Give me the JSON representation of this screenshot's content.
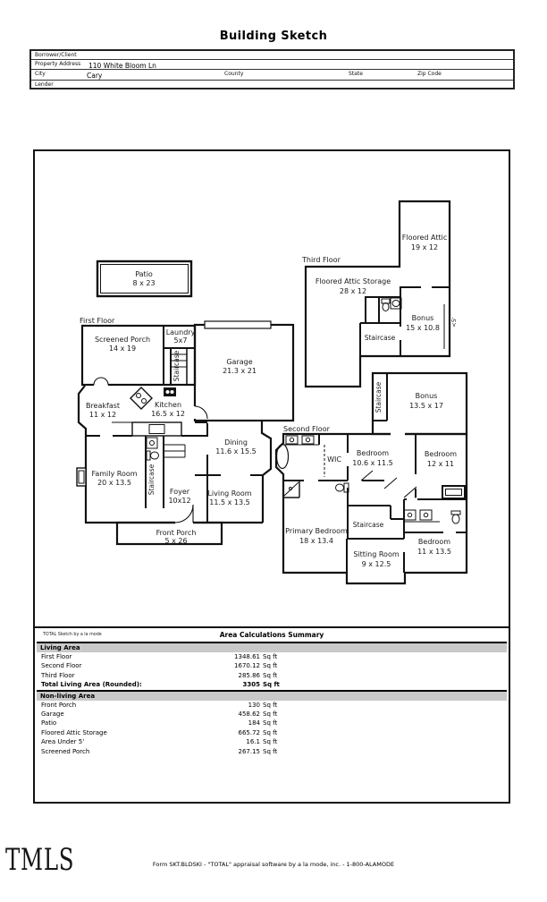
{
  "page": {
    "title": "Building Sketch"
  },
  "header_table": {
    "borrower_label": "Borrower/Client",
    "property_address_label": "Property Address",
    "property_address_value": "110 White Bloom Ln",
    "city_label": "City",
    "city_value": "Cary",
    "county_label": "County",
    "state_label": "State",
    "zip_label": "Zip Code",
    "lender_label": "Lender"
  },
  "sketch": {
    "floor_labels": {
      "first": "First Floor",
      "second": "Second Floor",
      "third": "Third Floor"
    },
    "staircase_label": "Staircase",
    "under_five_label": "<5'",
    "rooms": {
      "patio": {
        "name": "Patio",
        "dims": "8 x 23"
      },
      "screened_porch": {
        "name": "Screened Porch",
        "dims": "14 x 19"
      },
      "laundry": {
        "name": "Laundry",
        "dims": "5x7"
      },
      "garage": {
        "name": "Garage",
        "dims": "21.3 x 21"
      },
      "breakfast": {
        "name": "Breakfast",
        "dims": "11 x 12"
      },
      "kitchen": {
        "name": "Kitchen",
        "dims": "16.5 x 12"
      },
      "dining": {
        "name": "Dining",
        "dims": "11.6 x 15.5"
      },
      "family_room": {
        "name": "Family Room",
        "dims": "20 x 13.5"
      },
      "foyer": {
        "name": "Foyer",
        "dims": "10x12"
      },
      "living_room": {
        "name": "Living Room",
        "dims": "11.5 x 13.5"
      },
      "front_porch": {
        "name": "Front Porch",
        "dims": "5 x 26"
      },
      "floored_attic": {
        "name": "Floored Attic",
        "dims": "19 x 12"
      },
      "floored_attic_storage": {
        "name": "Floored Attic Storage",
        "dims": "28 x 12"
      },
      "bonus_third": {
        "name": "Bonus",
        "dims": "15 x 10.8"
      },
      "bonus_second": {
        "name": "Bonus",
        "dims": "13.5 x 17"
      },
      "wic": {
        "name": "WIC"
      },
      "bedroom_1": {
        "name": "Bedroom",
        "dims": "10.6 x 11.5"
      },
      "bedroom_2": {
        "name": "Bedroom",
        "dims": "12 x 11"
      },
      "primary_bedroom": {
        "name": "Primary Bedroom",
        "dims": "18 x 13.4"
      },
      "sitting_room": {
        "name": "Sitting Room",
        "dims": "9 x 12.5"
      },
      "bedroom_3": {
        "name": "Bedroom",
        "dims": "11 x 13.5"
      }
    }
  },
  "summary": {
    "branding": "TOTAL Sketch by a la mode",
    "title": "Area Calculations Summary",
    "living": {
      "header": "Living Area",
      "rows": [
        {
          "label": "First Floor",
          "value": "1348.61",
          "unit": "Sq ft"
        },
        {
          "label": "Second Floor",
          "value": "1670.12",
          "unit": "Sq ft"
        },
        {
          "label": "Third Floor",
          "value": "285.86",
          "unit": "Sq ft"
        }
      ],
      "total_label": "Total Living Area (Rounded):",
      "total_value": "3305",
      "total_unit": "Sq ft"
    },
    "non_living": {
      "header": "Non-living Area",
      "rows": [
        {
          "label": "Front Porch",
          "value": "130",
          "unit": "Sq ft"
        },
        {
          "label": "Garage",
          "value": "458.62",
          "unit": "Sq ft"
        },
        {
          "label": "Patio",
          "value": "184",
          "unit": "Sq ft"
        },
        {
          "label": "Floored Attic Storage",
          "value": "665.72",
          "unit": "Sq ft"
        },
        {
          "label": "Area Under 5'",
          "value": "16.1",
          "unit": "Sq ft"
        },
        {
          "label": "Screened Porch",
          "value": "267.15",
          "unit": "Sq ft"
        }
      ]
    }
  },
  "footer": {
    "logo": "TMLS",
    "form_line": "Form SKT.BLDSKI - \"TOTAL\" appraisal software by a la mode, inc. - 1-800-ALAMODE"
  }
}
